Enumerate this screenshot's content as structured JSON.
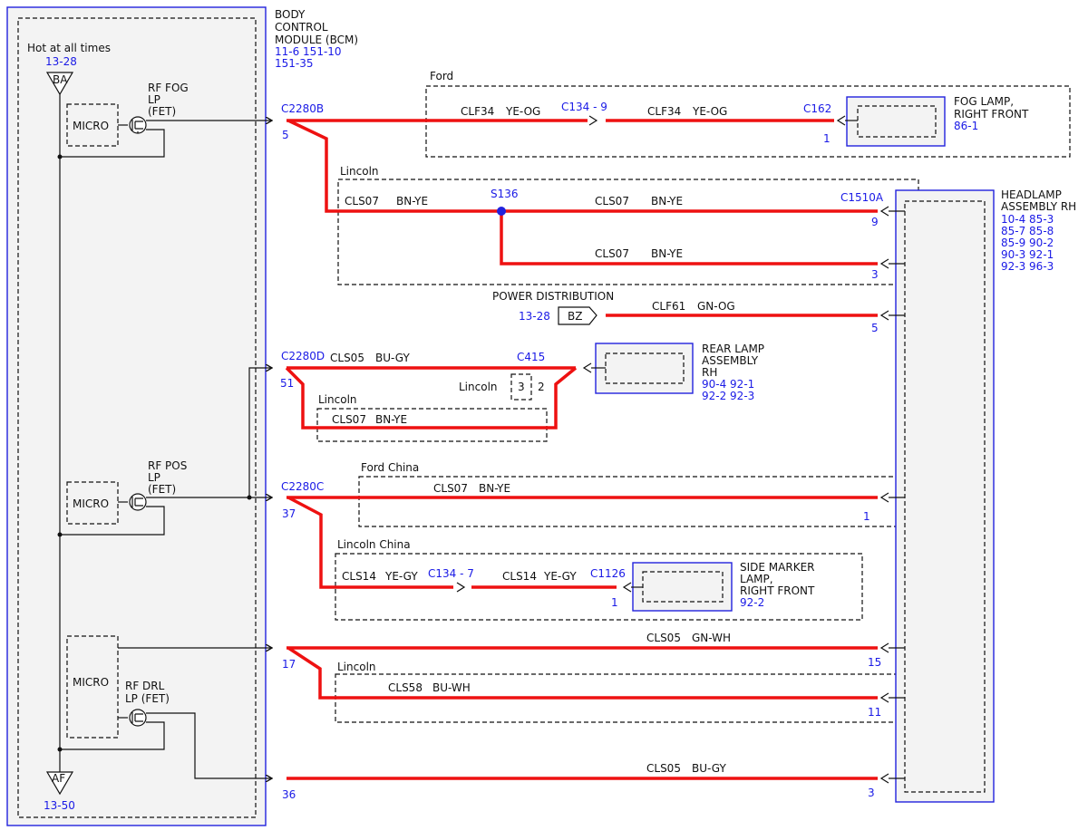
{
  "bcm": {
    "title1": "BODY",
    "title2": "CONTROL",
    "title3": "MODULE (BCM)",
    "ref1": "11-6  151-10",
    "ref2": "151-35",
    "hot_label": "Hot at all times",
    "hot_ref": "13-28",
    "ba": "BA",
    "af": "AF",
    "af_ref": "13-50",
    "micro": "MICRO",
    "fog_fet_1": "RF FOG",
    "fog_fet_2": "LP",
    "fog_fet_3": "(FET)",
    "pos_fet_1": "RF POS",
    "pos_fet_2": "LP",
    "pos_fet_3": "(FET)",
    "drl_fet_1": "RF DRL",
    "drl_fet_2": "LP (FET)"
  },
  "regions": {
    "ford": "Ford",
    "lincoln": "Lincoln",
    "ford_china": "Ford China",
    "lincoln_china": "Lincoln China",
    "power_distribution": "POWER DISTRIBUTION",
    "bz": "BZ",
    "bz_ref": "13-28"
  },
  "connectors": {
    "c2280b": "C2280B",
    "c2280b_pin": "5",
    "c134_a": "C134 - 9",
    "c162": "C162",
    "c162_pin": "1",
    "s136": "S136",
    "c1510a": "C1510A",
    "c1510a_pin9": "9",
    "c1510a_pin3": "3",
    "c1510a_pin5": "5",
    "c2280d": "C2280D",
    "c2280d_pin": "51",
    "c415": "C415",
    "c415_pin3": "3",
    "c415_pin2": "2",
    "c2280c": "C2280C",
    "c2280c_pin": "37",
    "hl_pin1": "1",
    "c134_b": "C134 - 7",
    "c1126": "C1126",
    "c1126_pin": "1",
    "pin17": "17",
    "pin15": "15",
    "pin11": "11",
    "pin36": "36",
    "pin3b": "3"
  },
  "wires": {
    "clf34": "CLF34",
    "ye_og": "YE-OG",
    "cls07": "CLS07",
    "bn_ye": "BN-YE",
    "clf61": "CLF61",
    "gn_og": "GN-OG",
    "cls05": "CLS05",
    "bu_gy": "BU-GY",
    "cls14": "CLS14",
    "ye_gy": "YE-GY",
    "gn_wh": "GN-WH",
    "cls58": "CLS58",
    "bu_wh": "BU-WH"
  },
  "components": {
    "fog_1": "FOG LAMP,",
    "fog_2": "RIGHT FRONT",
    "fog_ref": "86-1",
    "hl_1": "HEADLAMP",
    "hl_2": "ASSEMBLY RH",
    "hl_ref1": "10-4   85-3",
    "hl_ref2": "85-7   85-8",
    "hl_ref3": "85-9   90-2",
    "hl_ref4": "90-3   92-1",
    "hl_ref5": "92-3   96-3",
    "rear_1": "REAR LAMP",
    "rear_2": "ASSEMBLY",
    "rear_3": "RH",
    "rear_ref1": "90-4   92-1",
    "rear_ref2": "92-2   92-3",
    "side_1": "SIDE MARKER",
    "side_2": "LAMP,",
    "side_3": "RIGHT FRONT",
    "side_ref": "92-2"
  }
}
